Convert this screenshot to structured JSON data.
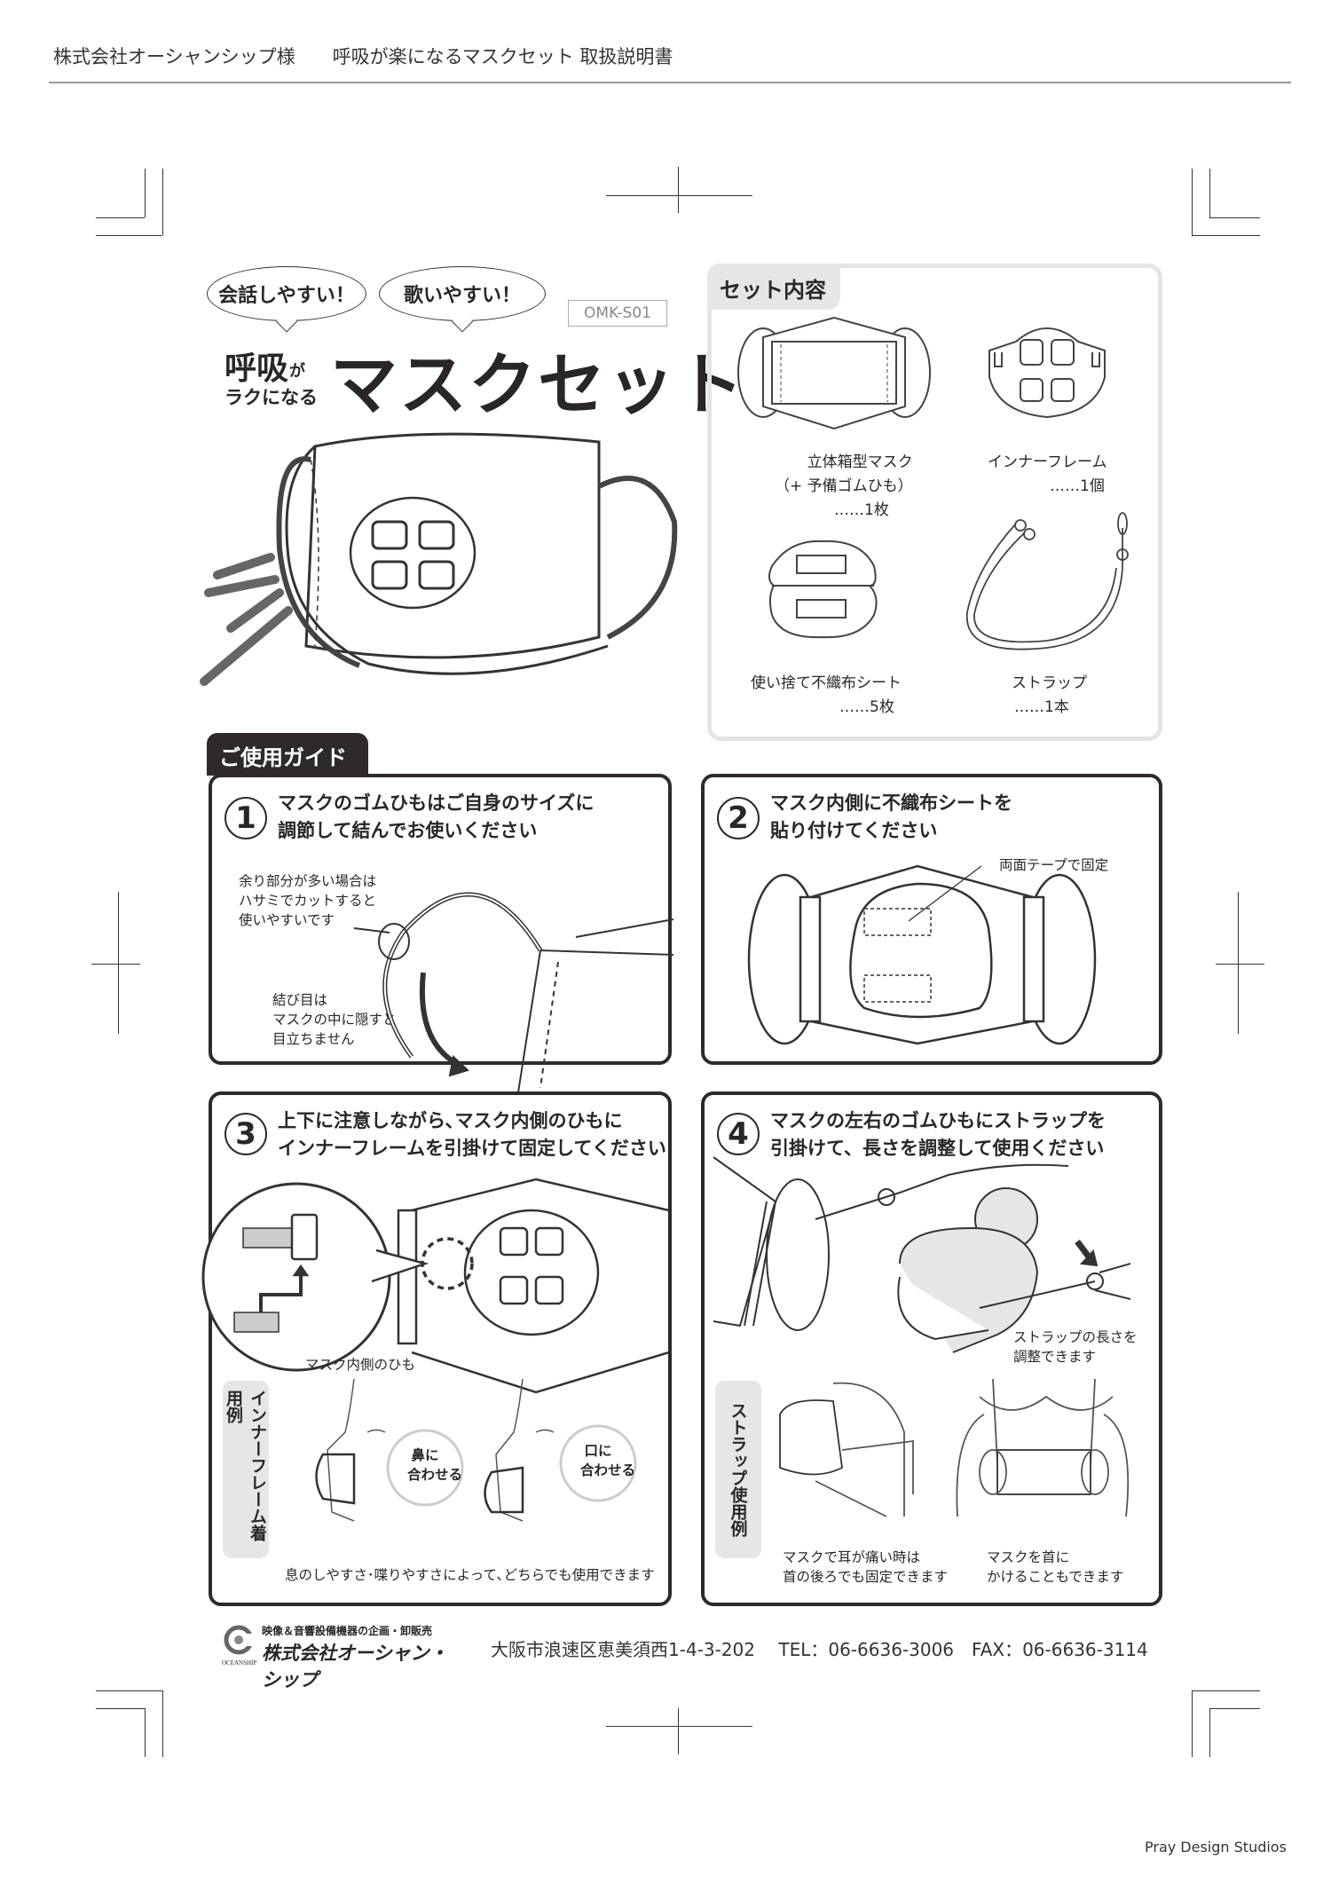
{
  "header": {
    "title": "株式会社オーシャンシップ様　　呼吸が楽になるマスクセット 取扱説明書"
  },
  "hero": {
    "bubble1": "会話しやすい！",
    "bubble2": "歌いやすい！",
    "model": "OMK-S01",
    "title_small1": "呼吸",
    "title_ga": "が",
    "title_small2": "ラクになる",
    "title_big": "マスクセット"
  },
  "set": {
    "title": "セット内容",
    "items": [
      {
        "name": "立体箱型マスク\n（+ 予備ゴムひも）",
        "qty": "……1枚"
      },
      {
        "name": "インナーフレーム",
        "qty": "……1個"
      },
      {
        "name": "使い捨て不織布シート",
        "qty": "……5枚"
      },
      {
        "name": "ストラップ",
        "qty": "……1本"
      }
    ]
  },
  "guide": {
    "title": "ご使用ガイド",
    "steps": [
      {
        "num": "1",
        "text1": "マスクのゴムひもはご自身のサイズに",
        "text2": "調節して結んでお使いください",
        "note1": "余り部分が多い場合は\nハサミでカットすると\n使いやすいです",
        "note2": "結び目は\nマスクの中に隠すと\n目立ちません"
      },
      {
        "num": "2",
        "text1": "マスク内側に不織布シートを",
        "text2": "貼り付けてください",
        "note1": "両面テープで固定"
      },
      {
        "num": "3",
        "text1": "上下に注意しながら､マスク内側のひもに",
        "text2": "インナーフレームを引掛けて固定してください",
        "note1": "マスク内側のひも",
        "tab": "インナーフレーム着用例",
        "nose": "鼻に\n合わせる",
        "mouth": "口に\n合わせる",
        "caption": "息のしやすさ･喋りやすさによって､どちらでも使用できます"
      },
      {
        "num": "4",
        "text1": "マスクの左右のゴムひもにストラップを",
        "text2": "引掛けて、長さを調整して使用ください",
        "note1": "ストラップの長さを\n調整できます",
        "tab": "ストラップ使用例",
        "cap1": "マスクで耳が痛い時は\n首の後ろでも固定できます",
        "cap2": "マスクを首に\nかけることもできます"
      }
    ]
  },
  "footer": {
    "logo_tagline": "映像＆音響設備機器の企画・卸販売",
    "logo_company": "株式会社オーシャン・シップ",
    "logo_en": "OCEANSHIP",
    "address": "大阪市浪速区恵美須西1-4-3-202　 TEL：06-6636-3006　FAX：06-6636-3114"
  },
  "credit": "Pray Design Studios"
}
